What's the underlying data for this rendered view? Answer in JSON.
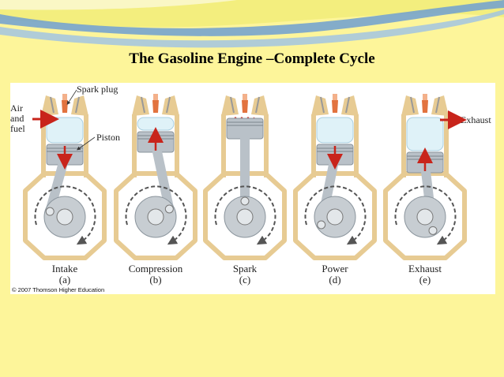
{
  "slide": {
    "title": "The Gasoline Engine –Complete Cycle"
  },
  "labels": {
    "spark_plug": "Spark plug",
    "air": "Air",
    "and": "and",
    "fuel": "fuel",
    "piston": "Piston",
    "exhaust": "Exhaust"
  },
  "stages": [
    {
      "name": "Intake",
      "letter": "(a)"
    },
    {
      "name": "Compression",
      "letter": "(b)"
    },
    {
      "name": "Spark",
      "letter": "(c)"
    },
    {
      "name": "Power",
      "letter": "(d)"
    },
    {
      "name": "Exhaust",
      "letter": "(e)"
    }
  ],
  "copyright": "© 2007 Thomson Higher Education",
  "colors": {
    "background": "#fdf59a",
    "casing": "#e7cb93",
    "metal": "#b9c1c8",
    "arrow": "#c8241b",
    "spark": "#e2733f"
  }
}
